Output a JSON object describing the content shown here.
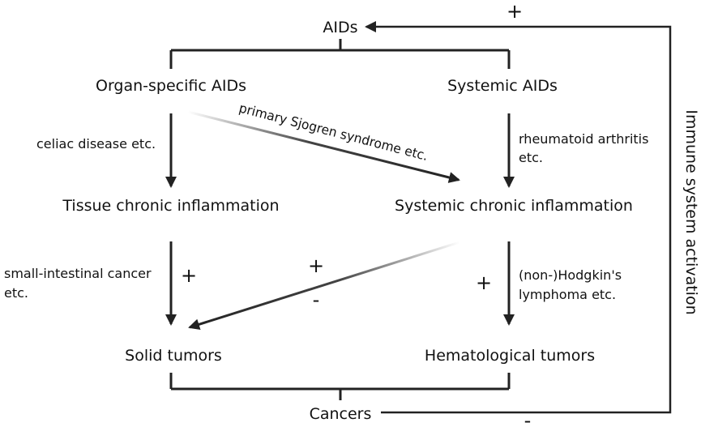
{
  "nodes": {
    "aids": "AIDs",
    "organ_specific": "Organ-specific AIDs",
    "systemic_aids": "Systemic AIDs",
    "tissue_inflammation": "Tissue chronic inflammation",
    "systemic_inflammation": "Systemic chronic inflammation",
    "solid_tumors": "Solid tumors",
    "hematological_tumors": "Hematological tumors",
    "cancers": "Cancers"
  },
  "edge_labels": {
    "celiac": "celiac disease etc.",
    "sjogren": "primary Sjogren syndrome etc.",
    "ra_line1": "rheumatoid arthritis",
    "ra_line2": "etc.",
    "sic_line1": "small-intestinal cancer",
    "sic_line2": "etc.",
    "hodgkin_line1": "(non-)Hodgkin's",
    "hodgkin_line2": "lymphoma etc.",
    "immune": "Immune system activation"
  },
  "signs": {
    "top_plus": "+",
    "bottom_minus": "-",
    "left_plus": "+",
    "mid_plus": "+",
    "mid_minus": "-",
    "right_plus": "+"
  },
  "colors": {
    "ink": "#111111",
    "line": "#222222",
    "background": "#ffffff"
  }
}
